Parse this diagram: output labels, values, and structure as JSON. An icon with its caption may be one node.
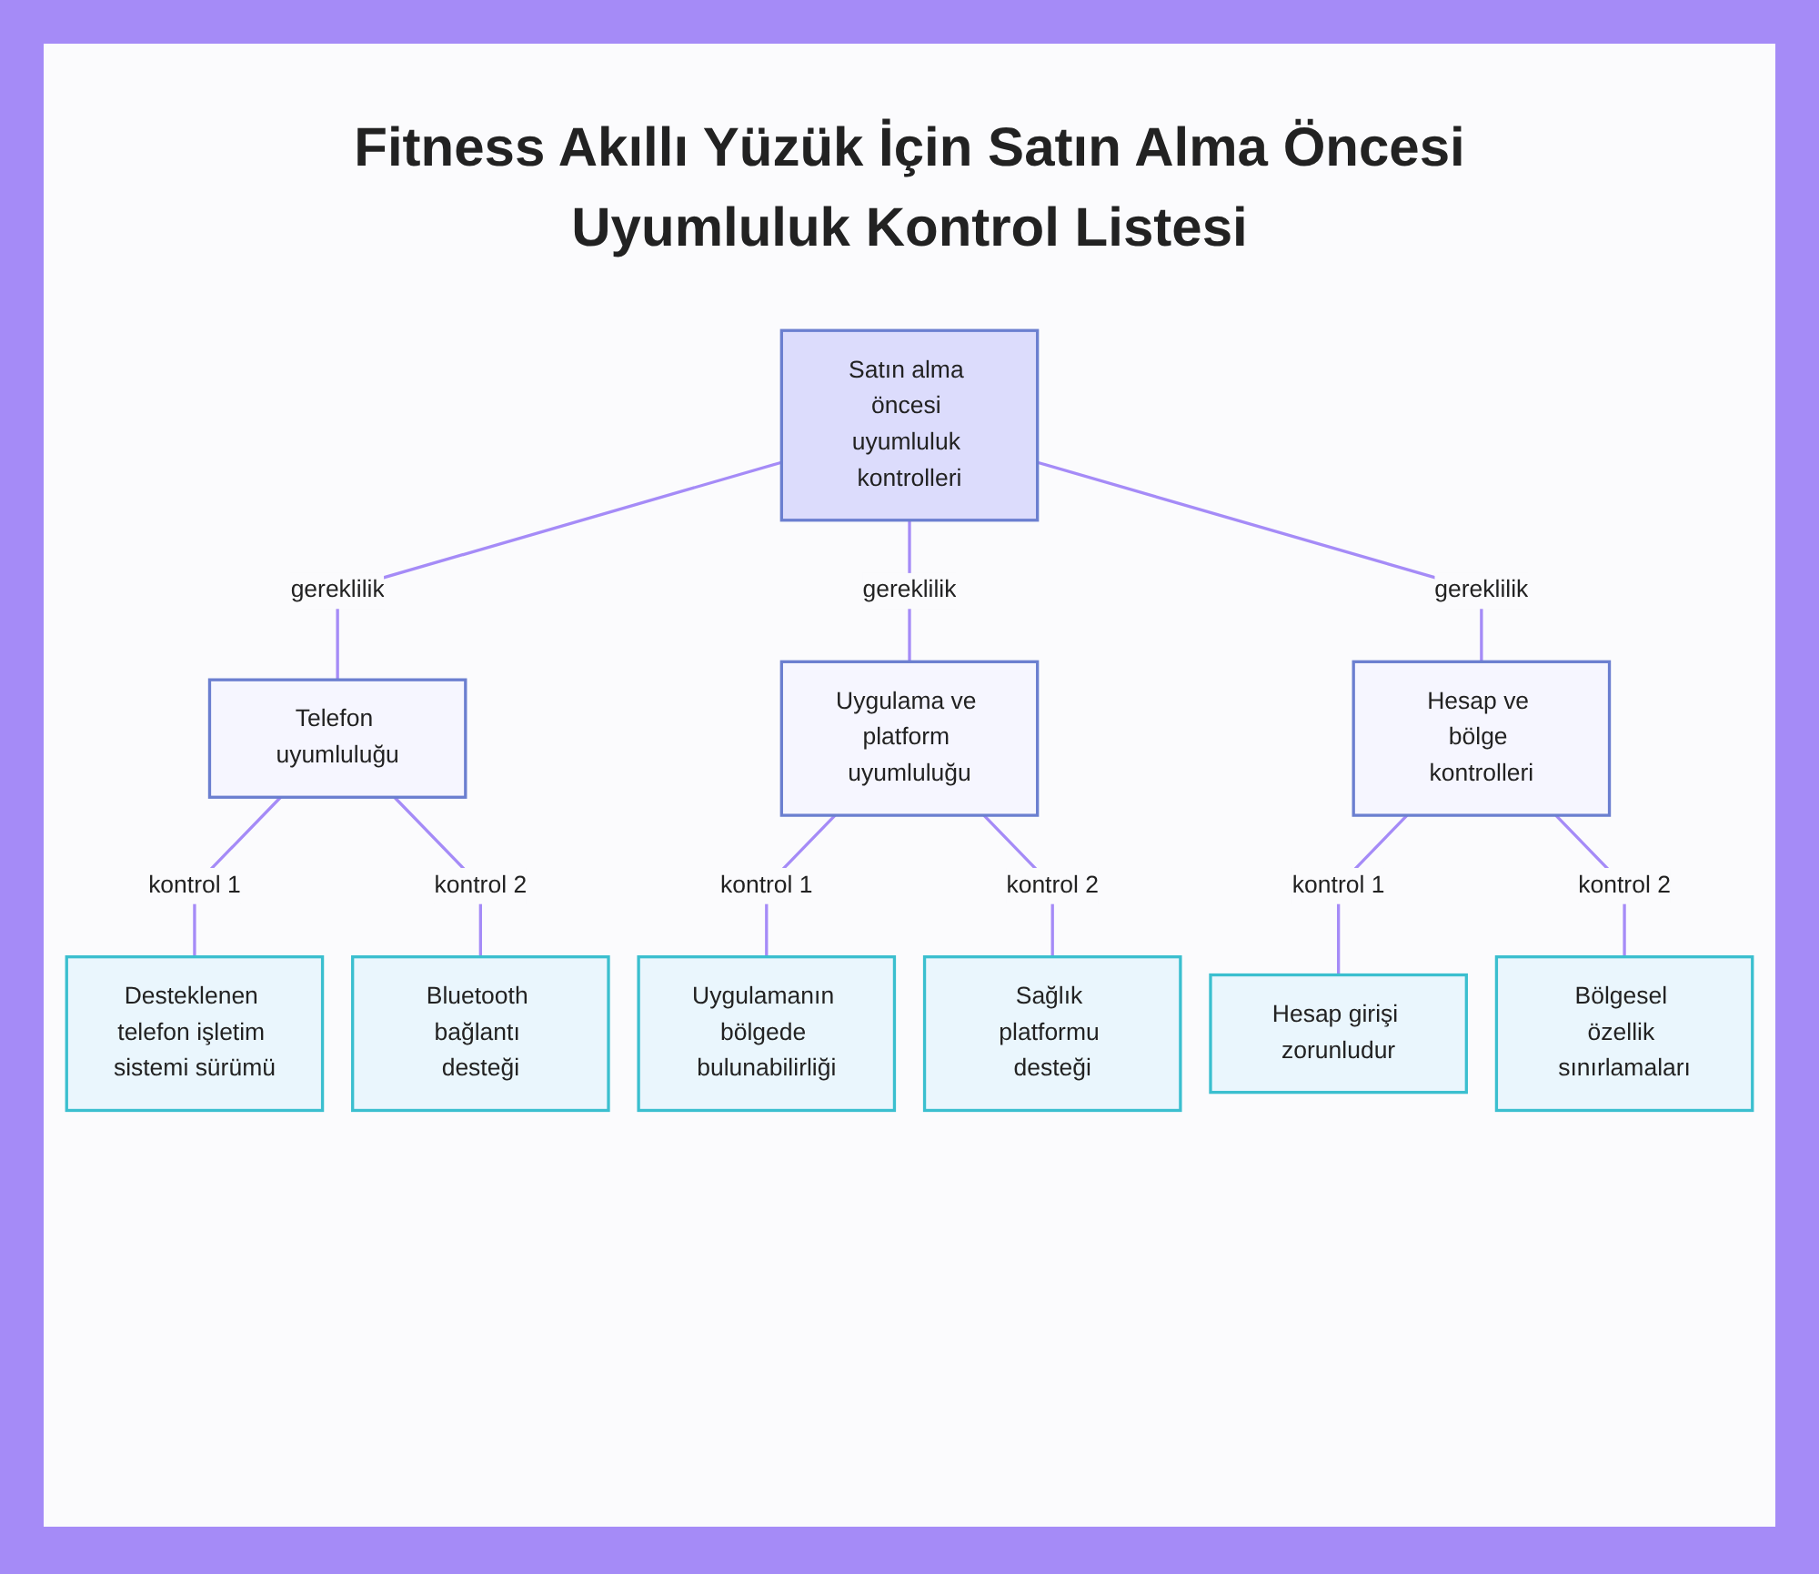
{
  "diagram": {
    "title": "Fitness Akıllı Yüzük İçin Satın Alma Öncesi Uyumluluk Kontrol Listesi",
    "nodes": [
      {
        "text": [
          "Satın alma öncesi uyumluluk kontrolleri"
        ]
      },
      {
        "text": [
          "Telefon uyumluluğu"
        ]
      },
      {
        "text": [
          "Uygulama ve platform uyumluluğu"
        ]
      },
      {
        "text": [
          "Hesap ve bölge kontrolleri"
        ]
      },
      {
        "text": [
          "Desteklenen telefon işletim sistemi sürümü"
        ]
      },
      {
        "text": [
          "Bluetooth bağlantı desteği"
        ]
      },
      {
        "text": [
          "Uygulamanın bölgede bulunabilirliği"
        ]
      },
      {
        "text": [
          "Sağlık platformu desteği"
        ]
      },
      {
        "text": [
          "Hesap girişi zorunludur"
        ]
      },
      {
        "text": [
          "Bölgesel özellik sınırlamaları"
        ]
      }
    ],
    "edges": [
      {
        "from": 0,
        "to": 1,
        "arrow": "none",
        "label": "gereklilik"
      },
      {
        "from": 0,
        "to": 2,
        "arrow": "none",
        "label": "gereklilik"
      },
      {
        "from": 0,
        "to": 3,
        "arrow": "none",
        "label": "gereklilik"
      },
      {
        "from": 1,
        "to": 4,
        "arrow": "none",
        "label": "kontrol 1"
      },
      {
        "from": 1,
        "to": 5,
        "arrow": "none",
        "label": "kontrol 2"
      },
      {
        "from": 2,
        "to": 6,
        "arrow": "none",
        "label": "kontrol 1"
      },
      {
        "from": 2,
        "to": 7,
        "arrow": "none",
        "label": "kontrol 2"
      },
      {
        "from": 3,
        "to": 8,
        "arrow": "none",
        "label": "kontrol 1"
      },
      {
        "from": 3,
        "to": 9,
        "arrow": "none",
        "label": "kontrol 2"
      }
    ]
  }
}
